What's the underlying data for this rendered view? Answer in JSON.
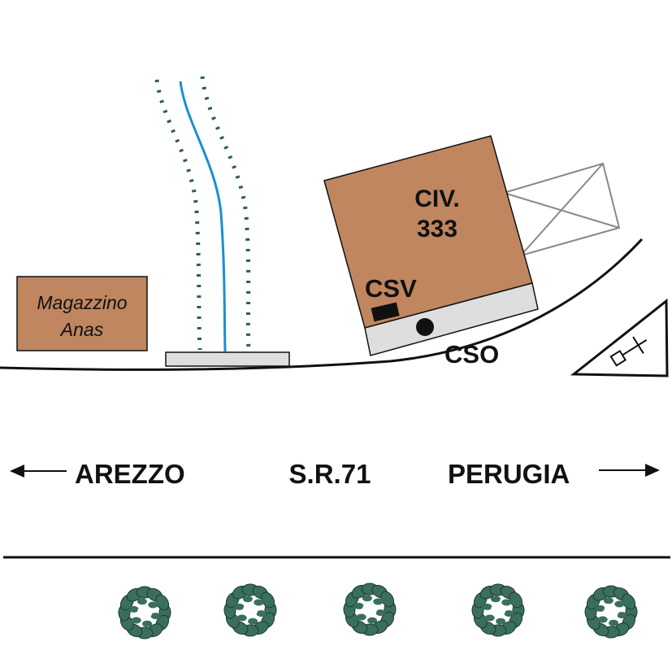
{
  "labels": {
    "warehouse_line1": "Magazzino",
    "warehouse_line2": "Anas",
    "building_line1": "CIV.",
    "building_line2": "333",
    "csv": "CSV",
    "cso": "CSO",
    "road": "S.R.71",
    "west": "AREZZO",
    "east": "PERUGIA"
  },
  "colors": {
    "building_fill": "#bf8660",
    "paved_area": "#dedede",
    "canal": "#1b8fd3",
    "canal_banks": "#2f5d4f",
    "tree_foliage": "#3a6f5b",
    "ink": "#111111"
  },
  "icons": {
    "tree": "tree-icon",
    "valve_sign": "valve-sign-icon",
    "arrow_west": "arrow-left-icon",
    "arrow_east": "arrow-right-icon"
  },
  "trees_count": 5
}
